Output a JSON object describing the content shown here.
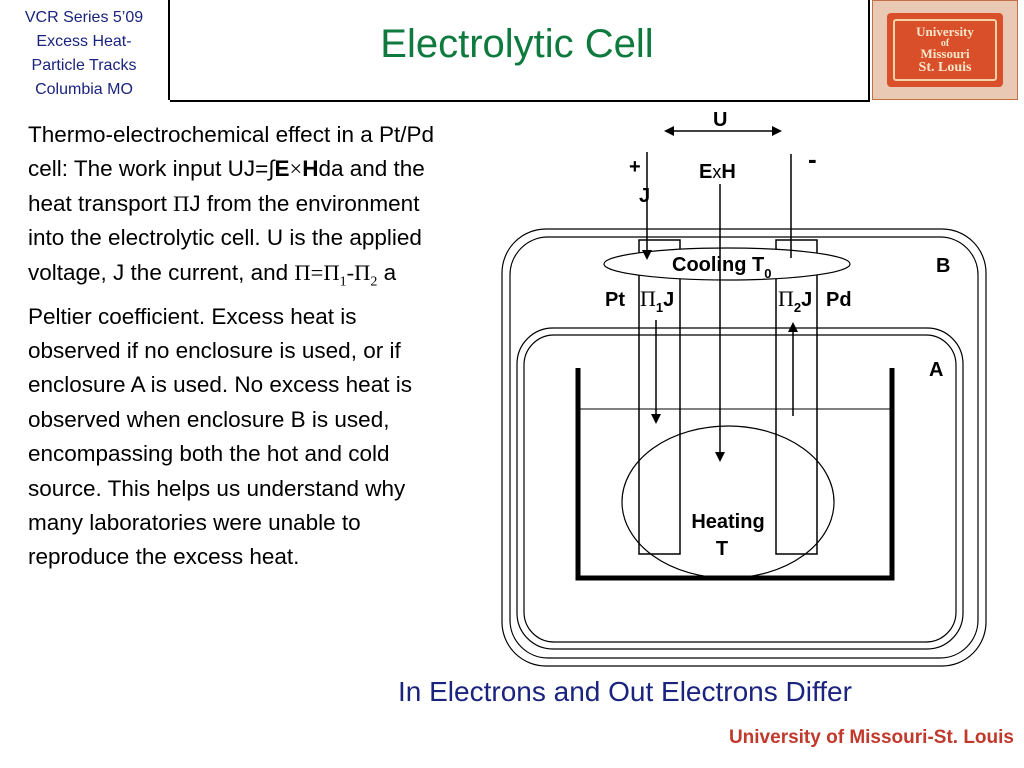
{
  "header": {
    "left_lines": [
      "VCR Series 5’09",
      "Excess Heat-",
      "Particle Tracks",
      "Columbia MO"
    ],
    "title": "Electrolytic Cell",
    "logo_lines": [
      "University",
      "of",
      "Missouri",
      "St. Louis"
    ]
  },
  "body": {
    "t1": "Thermo-electrochemical effect in a Pt/Pd cell: The work input UJ=",
    "integral": "∫",
    "E": "E",
    "times": "×",
    "H": "H",
    "t2": "da and the heat transport ",
    "pi": "Π",
    "t3": "J from the environment into the electrolytic cell.  U is the applied voltage, J the current, and ",
    "eq": "Π=Π",
    "sub1": "1",
    "minus": "-Π",
    "sub2": "2",
    "t4": " a Peltier coefficient.  Excess heat is observed if no enclosure is used, or if enclosure A is used.  No excess heat is observed when enclosure B is used, encompassing both the hot and cold source.  This helps us understand why many laboratories were unable to reproduce the excess heat."
  },
  "diagram": {
    "u_label": "U",
    "plus_label": "+",
    "minus_label": "-",
    "j_label": "J",
    "exh_e": "E",
    "exh_x": "x",
    "exh_h": "H",
    "cooling_label": "Cooling T",
    "cooling_sub": "0",
    "b_label": "B",
    "a_label": "A",
    "pt_label": "Pt",
    "pd_label": "Pd",
    "pi_symbol": "Π",
    "pi1_sub": "1",
    "pi2_sub": "2",
    "j_small": "J",
    "heating_label": "Heating",
    "heating_t": "T"
  },
  "caption": "In Electrons and Out  Electrons Differ",
  "footer": "University of Missouri-St. Louis",
  "colors": {
    "title": "#0f7a3e",
    "header_text": "#1a237e",
    "caption": "#1a237e",
    "footer": "#c0392b"
  }
}
